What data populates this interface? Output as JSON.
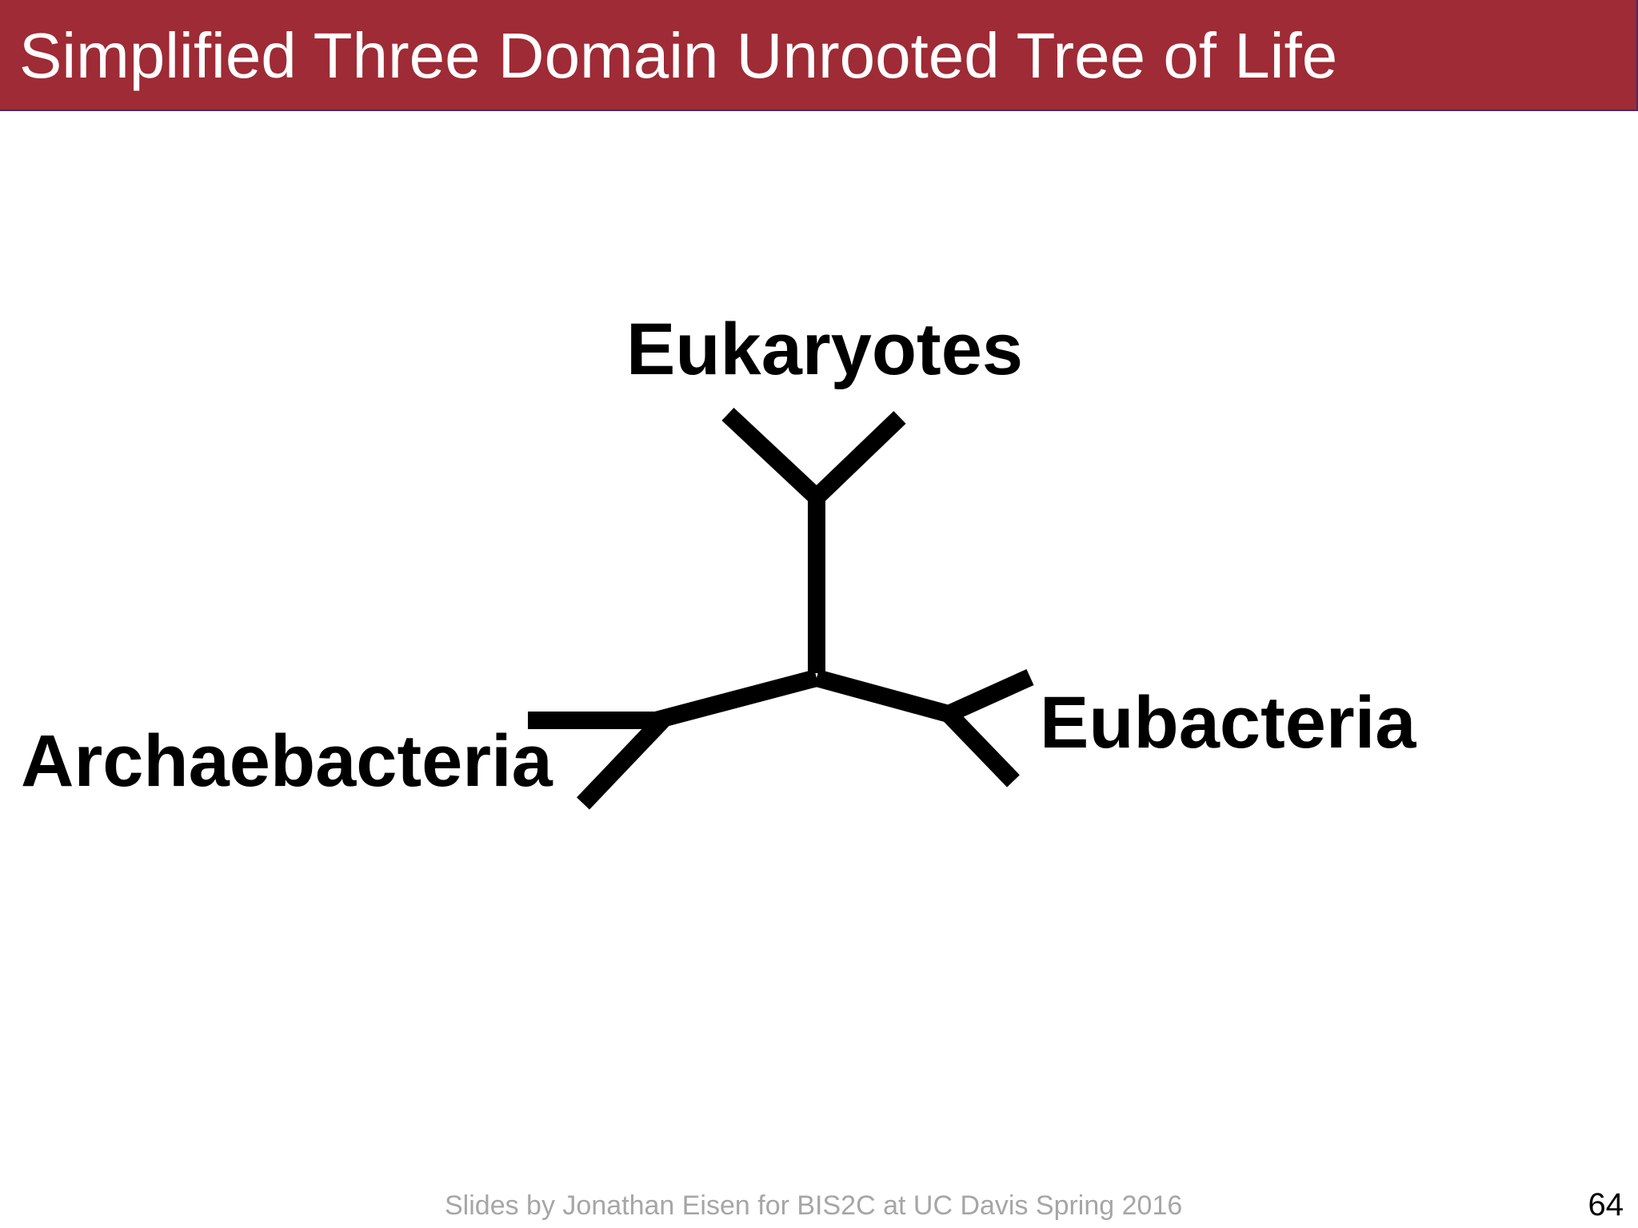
{
  "slide": {
    "title": "Simplified Three Domain Unrooted Tree of Life",
    "footer": "Slides by Jonathan Eisen for BIS2C at UC Davis Spring 2016",
    "page_number": "64"
  },
  "tree": {
    "labels": {
      "eukaryotes": "Eukaryotes",
      "eubacteria": "Eubacteria",
      "archaebacteria": "Archaebacteria"
    },
    "colors": {
      "title_bar": "#9e2b35",
      "branches": "#000000",
      "footer_text": "#a6a6a6"
    }
  }
}
